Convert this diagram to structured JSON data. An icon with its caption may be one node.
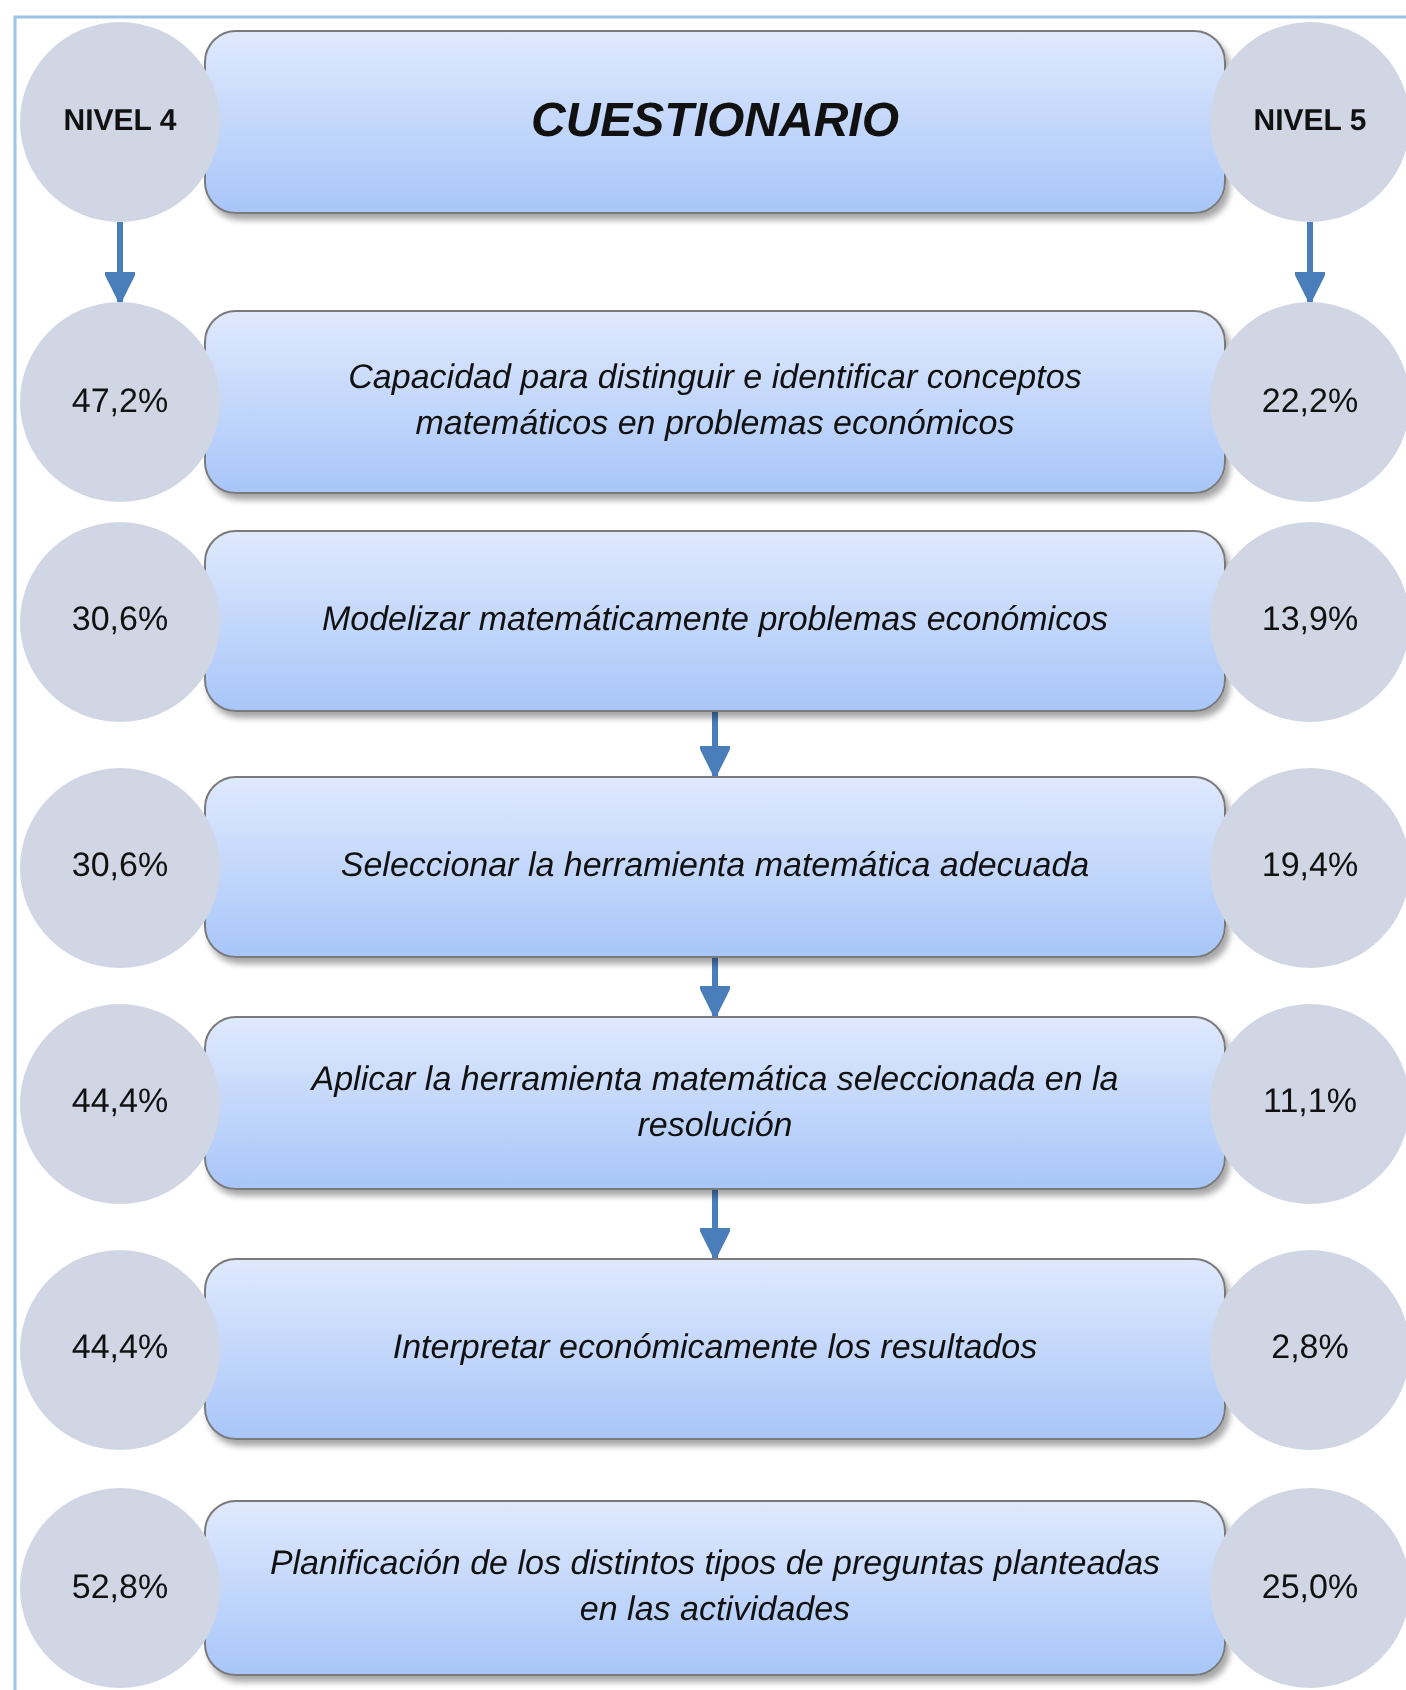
{
  "diagram": {
    "nodes": [
      {
        "text": [
          "NIVEL 4"
        ]
      },
      {
        "text": [
          "CUESTIONARIO"
        ]
      },
      {
        "text": [
          "NIVEL 5"
        ]
      },
      {
        "text": [
          "47,2%"
        ]
      },
      {
        "text": [
          "Capacidad para distinguir e identificar conceptos matemáticos en problemas económicos"
        ]
      },
      {
        "text": [
          "22,2%"
        ]
      },
      {
        "text": [
          "30,6%"
        ]
      },
      {
        "text": [
          "Modelizar matemáticamente problemas económicos"
        ]
      },
      {
        "text": [
          "13,9%"
        ]
      },
      {
        "text": [
          "30,6%"
        ]
      },
      {
        "text": [
          "Seleccionar la herramienta matemática adecuada"
        ]
      },
      {
        "text": [
          "19,4%"
        ]
      },
      {
        "text": [
          "44,4%"
        ]
      },
      {
        "text": [
          "Aplicar la herramienta matemática seleccionada en la resolución"
        ]
      },
      {
        "text": [
          "11,1%"
        ]
      },
      {
        "text": [
          "44,4%"
        ]
      },
      {
        "text": [
          "Interpretar económicamente los resultados"
        ]
      },
      {
        "text": [
          "2,8%"
        ]
      },
      {
        "text": [
          "52,8%"
        ]
      },
      {
        "text": [
          "Planificación de los distintos tipos de preguntas planteadas en las actividades"
        ]
      },
      {
        "text": [
          "25,0%"
        ]
      }
    ],
    "edges": [
      {
        "from": 0,
        "to": 3,
        "arrow": "to"
      },
      {
        "from": 2,
        "to": 5,
        "arrow": "to"
      },
      {
        "from": 7,
        "to": 10,
        "arrow": "to"
      },
      {
        "from": 10,
        "to": 13,
        "arrow": "to"
      },
      {
        "from": 13,
        "to": 16,
        "arrow": "to"
      }
    ]
  }
}
